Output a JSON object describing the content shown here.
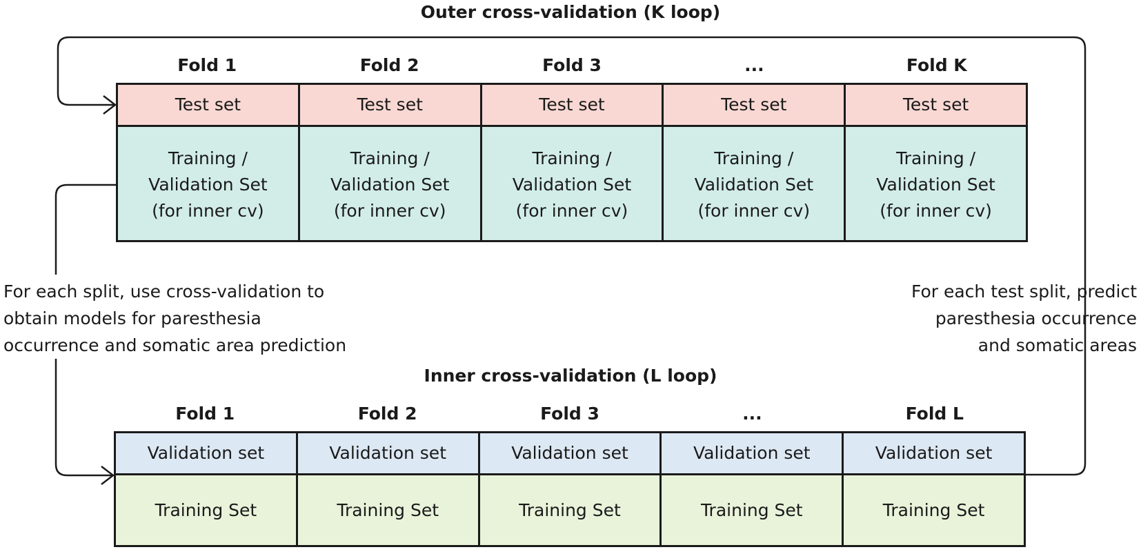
{
  "outer": {
    "title": "Outer cross-validation (K loop)",
    "folds": [
      "Fold 1",
      "Fold 2",
      "Fold 3",
      "...",
      "Fold K"
    ],
    "test_label": "Test set",
    "train_val_label": "Training /\nValidation Set\n(for inner cv)"
  },
  "inner": {
    "title": "Inner cross-validation (L loop)",
    "folds": [
      "Fold 1",
      "Fold 2",
      "Fold 3",
      "...",
      "Fold L"
    ],
    "validation_label": "Validation set",
    "training_label": "Training Set"
  },
  "notes": {
    "left": "For each split, use cross-validation to\nobtain models for paresthesia\noccurrence and somatic area prediction",
    "right": "For each test split, predict\nparesthesia occurrence\nand somatic areas"
  },
  "colors": {
    "test": "#f9d8d3",
    "train_val": "#d2ede7",
    "validation": "#dce8f3",
    "training": "#e8f3da",
    "line": "#1a1a1a"
  }
}
